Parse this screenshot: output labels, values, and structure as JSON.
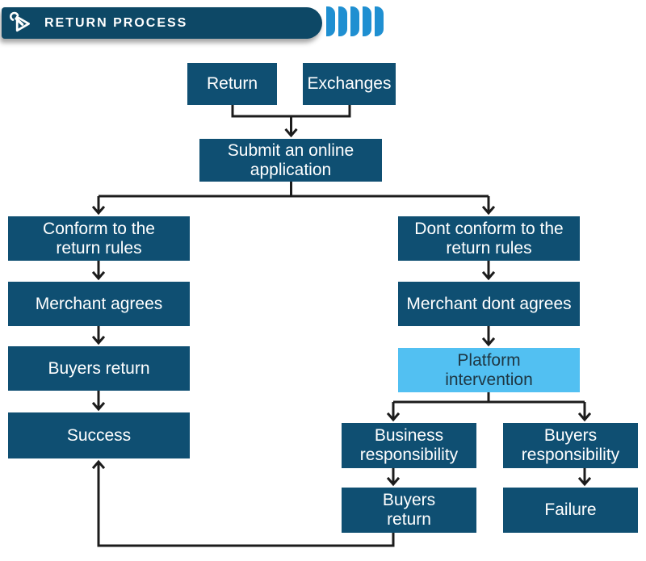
{
  "header": {
    "title": "RETURN PROCESS",
    "logo_icon": "wrench-play-icon",
    "chevron_count": 5
  },
  "colors": {
    "background": "#ffffff",
    "banner": "#0d4866",
    "chevron": "#1f8fd1",
    "box": "#0f4f72",
    "box_text": "#ffffff",
    "highlight_box": "#52c0f2",
    "highlight_text": "#1e3642",
    "connector": "#1c1c1c"
  },
  "flowchart": {
    "nodes": [
      {
        "id": "return",
        "label": "Return"
      },
      {
        "id": "exchanges",
        "label": "Exchanges"
      },
      {
        "id": "submit-application",
        "label": "Submit an online\napplication"
      },
      {
        "id": "conform-rules",
        "label": "Conform to the\nreturn rules"
      },
      {
        "id": "merchant-agrees",
        "label": "Merchant agrees"
      },
      {
        "id": "buyers-return-left",
        "label": "Buyers return"
      },
      {
        "id": "success",
        "label": "Success"
      },
      {
        "id": "dont-conform-rules",
        "label": "Dont conform to the\nreturn rules"
      },
      {
        "id": "merchant-dont-agrees",
        "label": "Merchant dont agrees"
      },
      {
        "id": "platform-intervention",
        "label": "Platform\nintervention"
      },
      {
        "id": "business-responsibility",
        "label": "Business\nresponsibility"
      },
      {
        "id": "buyers-responsibility",
        "label": "Buyers\nresponsibility"
      },
      {
        "id": "buyers-return-right",
        "label": "Buyers\nreturn"
      },
      {
        "id": "failure",
        "label": "Failure"
      }
    ]
  }
}
